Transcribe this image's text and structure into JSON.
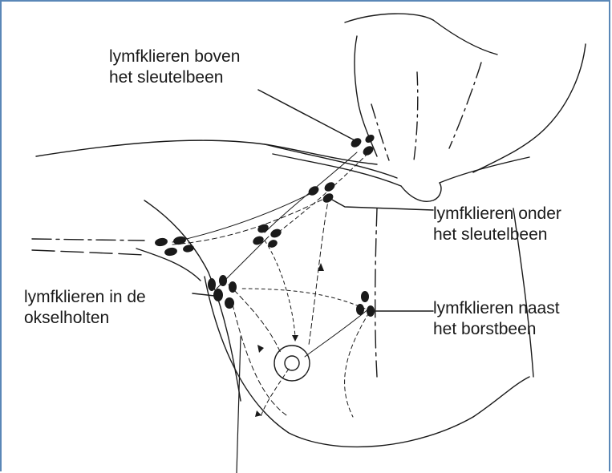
{
  "labels": {
    "supraclavicular": {
      "line1": "lymfklieren boven",
      "line2": "het sleutelbeen"
    },
    "infraclavicular": {
      "line1": "lymfklieren onder",
      "line2": "het sleutelbeen"
    },
    "axillary": {
      "line1": "lymfklieren in de",
      "line2": "okselholten"
    },
    "parasternal": {
      "line1": "lymfklieren naast",
      "line2": "het borstbeen"
    }
  },
  "colors": {
    "frame": "#5a87b7",
    "ink": "#1a1a1a"
  }
}
